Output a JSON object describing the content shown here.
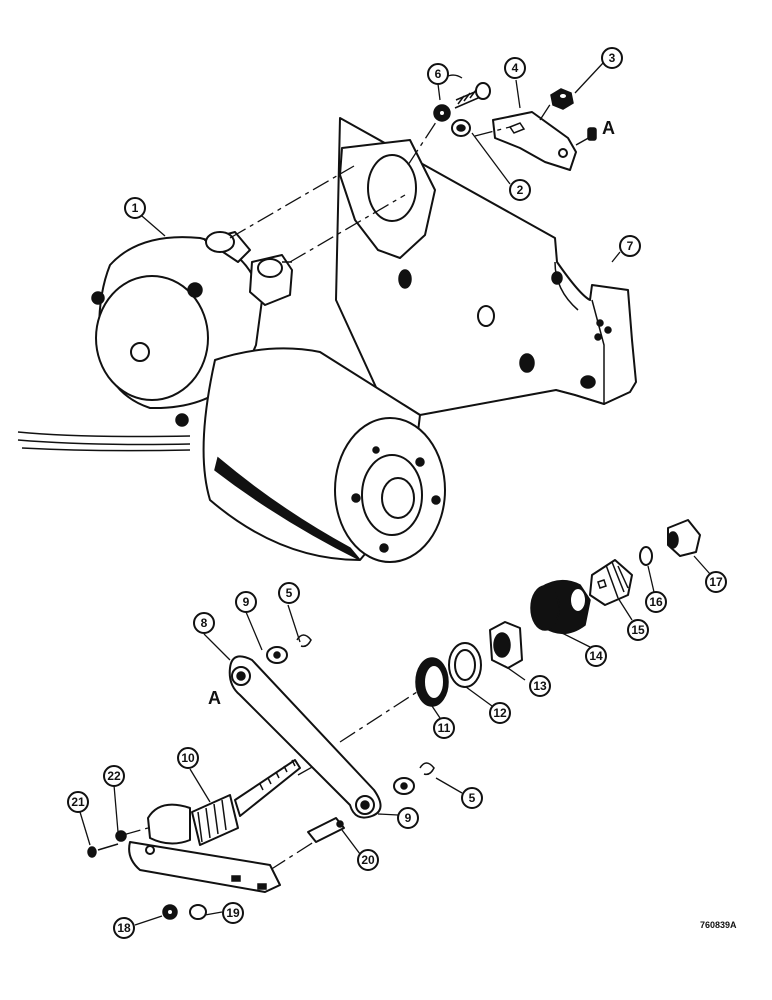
{
  "drawing": {
    "reference_labels": {
      "upper_a": "A",
      "lower_a": "A"
    },
    "figure_code": "760839A"
  },
  "callouts": [
    "1",
    "2",
    "3",
    "4",
    "5",
    "5",
    "6",
    "7",
    "8",
    "9",
    "9",
    "10",
    "11",
    "12",
    "13",
    "14",
    "15",
    "16",
    "17",
    "18",
    "19",
    "20",
    "21",
    "22"
  ]
}
